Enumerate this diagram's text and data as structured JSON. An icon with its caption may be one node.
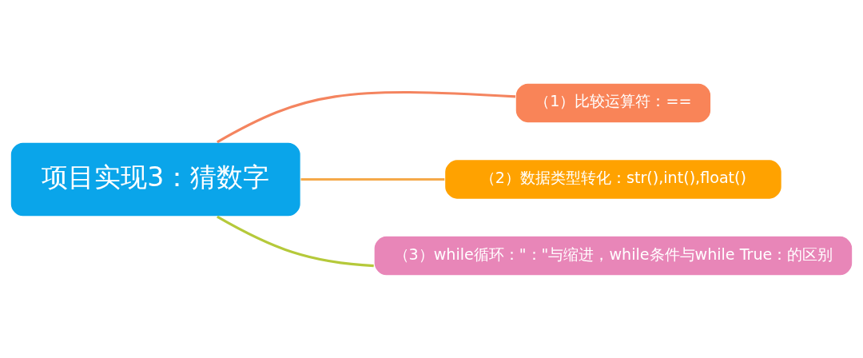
{
  "diagram": {
    "nodes": [
      {
        "text": [
          "项目实现3：猜数字"
        ]
      },
      {
        "text": [
          "（1）比较运算符：=="
        ]
      },
      {
        "text": [
          "（2）数据类型转化：str(),int(),float()"
        ]
      },
      {
        "text": [
          "（3）while循环：\"：\"与缩进，while条件与while True：的区别"
        ]
      }
    ],
    "edges": [
      {
        "from": 0,
        "to": 1,
        "arrow": "none",
        "color": "#f4845f"
      },
      {
        "from": 0,
        "to": 2,
        "arrow": "none",
        "color": "#f5a94a"
      },
      {
        "from": 0,
        "to": 3,
        "arrow": "none",
        "color": "#b5c93a"
      }
    ]
  }
}
